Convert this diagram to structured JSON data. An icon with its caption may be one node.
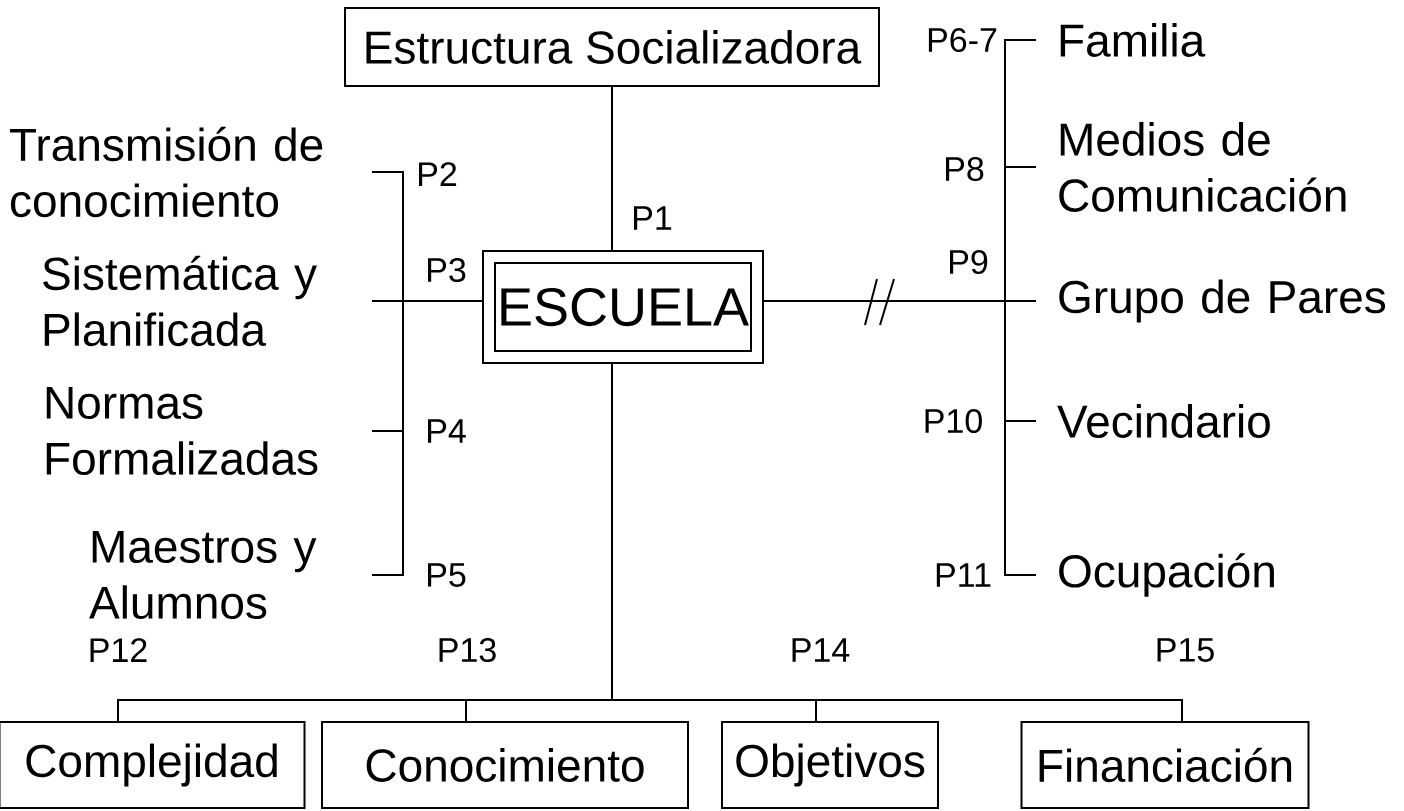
{
  "diagram": {
    "nodes": [
      {
        "text": [
          "Estructura Socializadora"
        ]
      },
      {
        "text": [
          "ESCUELA"
        ]
      },
      {
        "text": [
          "Transmisión de conocimiento"
        ]
      },
      {
        "text": [
          "Sistemática y Planificada"
        ]
      },
      {
        "text": [
          "Normas Formalizadas"
        ]
      },
      {
        "text": [
          "Maestros y Alumnos"
        ]
      },
      {
        "text": [
          "Familia"
        ]
      },
      {
        "text": [
          "Medios de Comunicación"
        ]
      },
      {
        "text": [
          "Grupo de Pares"
        ]
      },
      {
        "text": [
          "Vecindario"
        ]
      },
      {
        "text": [
          "Ocupación"
        ]
      },
      {
        "text": [
          "Complejidad"
        ]
      },
      {
        "text": [
          "Conocimiento"
        ]
      },
      {
        "text": [
          "Objetivos"
        ]
      },
      {
        "text": [
          "Financiación"
        ]
      }
    ],
    "edges": [
      {
        "from": 0,
        "to": 1,
        "arrow": "none",
        "label": "P1"
      },
      {
        "from": 2,
        "to": 1,
        "arrow": "none",
        "label": "P2"
      },
      {
        "from": 3,
        "to": 1,
        "arrow": "none",
        "label": "P3"
      },
      {
        "from": 4,
        "to": 1,
        "arrow": "none",
        "label": "P4"
      },
      {
        "from": 5,
        "to": 1,
        "arrow": "none",
        "label": "P5"
      },
      {
        "from": 1,
        "to": 6,
        "arrow": "none",
        "label": "P6-7"
      },
      {
        "from": 1,
        "to": 7,
        "arrow": "none",
        "label": "P8"
      },
      {
        "from": 1,
        "to": 8,
        "arrow": "none",
        "label": "P9"
      },
      {
        "from": 1,
        "to": 9,
        "arrow": "none",
        "label": "P10"
      },
      {
        "from": 1,
        "to": 10,
        "arrow": "none",
        "label": "P11"
      },
      {
        "from": 1,
        "to": 11,
        "arrow": "none",
        "label": "P12"
      },
      {
        "from": 1,
        "to": 12,
        "arrow": "none",
        "label": "P13"
      },
      {
        "from": 1,
        "to": 13,
        "arrow": "none",
        "label": "P14"
      },
      {
        "from": 1,
        "to": 14,
        "arrow": "none",
        "label": "P15"
      }
    ]
  }
}
